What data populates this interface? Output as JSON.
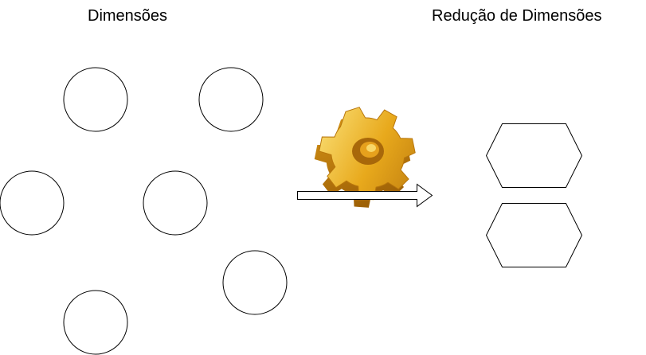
{
  "diagram": {
    "left_title": "Dimensões",
    "right_title": "Redução de Dimensões",
    "colors": {
      "stroke": "#000000",
      "fill": "#ffffff",
      "gear_light": "#f6d35a",
      "gear_mid": "#e8a91c",
      "gear_dark": "#b8760c"
    },
    "icons": [
      "gear-icon",
      "right-arrow-icon"
    ],
    "circle_count": 6,
    "hexagon_count": 2
  }
}
